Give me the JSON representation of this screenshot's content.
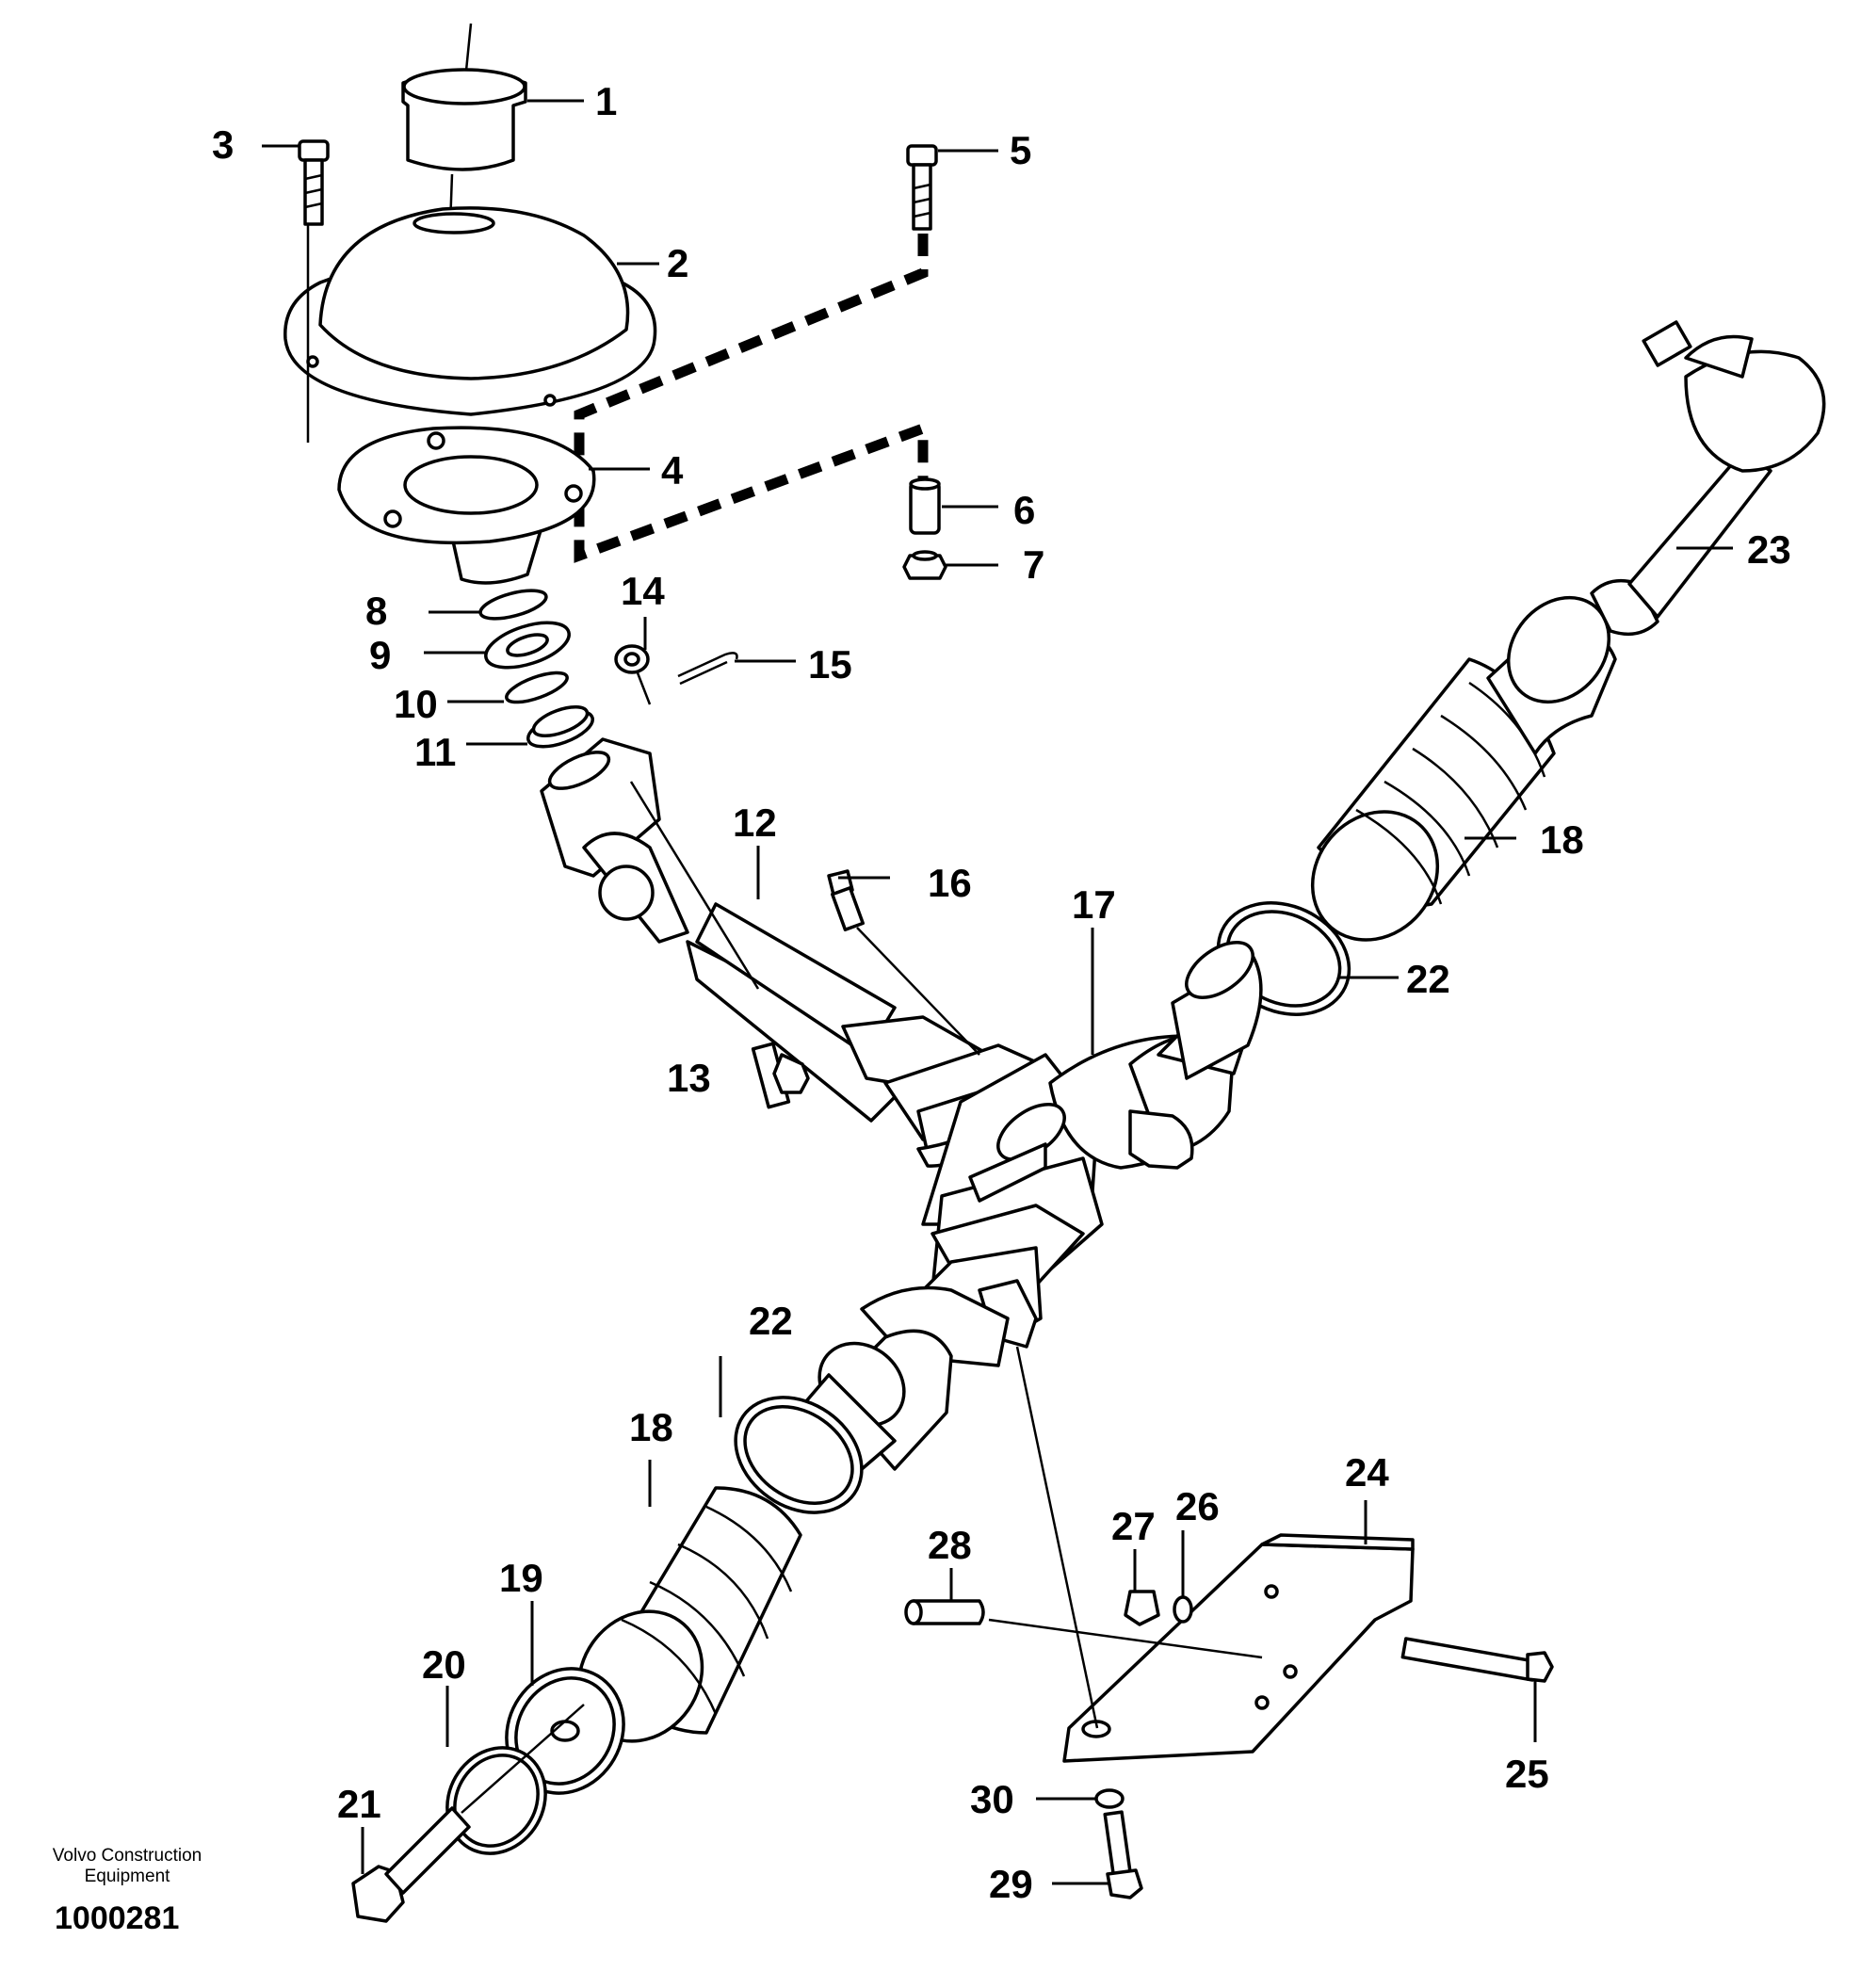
{
  "brand": {
    "line1": "Volvo Construction",
    "line2": "Equipment"
  },
  "drawing_number": "1000281",
  "callouts": {
    "c1": "1",
    "c2": "2",
    "c3": "3",
    "c4": "4",
    "c5": "5",
    "c6": "6",
    "c7": "7",
    "c8": "8",
    "c9": "9",
    "c10": "10",
    "c11": "11",
    "c12": "12",
    "c13": "13",
    "c14": "14",
    "c15": "15",
    "c16": "16",
    "c17": "17",
    "c18a": "18",
    "c18b": "18",
    "c19": "19",
    "c20": "20",
    "c21": "21",
    "c22a": "22",
    "c22b": "22",
    "c23": "23",
    "c24": "24",
    "c25": "25",
    "c26": "26",
    "c27": "27",
    "c28": "28",
    "c29": "29",
    "c30": "30"
  }
}
